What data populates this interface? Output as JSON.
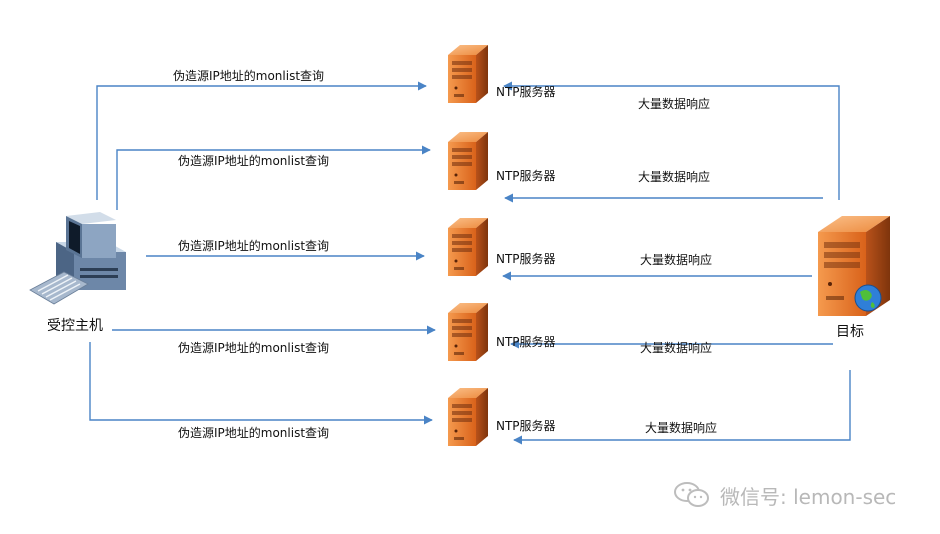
{
  "nodes": {
    "source": "受控主机",
    "target": "目标",
    "server_label": "NTP服务器"
  },
  "edges": {
    "query_label": "伪造源IP地址的monlist查询",
    "response_label": "大量数据响应"
  },
  "watermark": {
    "text": "微信号: lemon-sec"
  },
  "colors": {
    "arrow": "#4a84c6",
    "server_orange": "#e9782b",
    "server_dark": "#8f3f0f"
  },
  "icons": {
    "source": "computer-icon",
    "server": "server-icon",
    "target": "server-globe-icon",
    "watermark": "wechat-icon"
  }
}
